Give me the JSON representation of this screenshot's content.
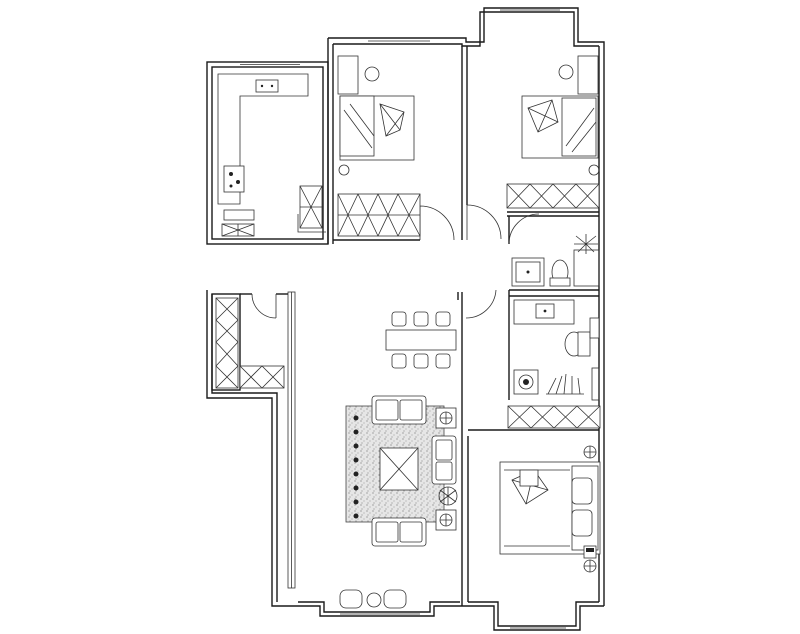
{
  "plan": {
    "rooms": [
      {
        "id": "kitchen",
        "kind": "kitchen"
      },
      {
        "id": "bedroom-north-west",
        "kind": "bedroom"
      },
      {
        "id": "bedroom-north-east",
        "kind": "bedroom"
      },
      {
        "id": "bathroom-upper",
        "kind": "bathroom"
      },
      {
        "id": "bathroom-lower",
        "kind": "bathroom"
      },
      {
        "id": "entry-closet",
        "kind": "storage"
      },
      {
        "id": "dining-area",
        "kind": "dining"
      },
      {
        "id": "living-room",
        "kind": "living"
      },
      {
        "id": "master-bedroom",
        "kind": "bedroom"
      }
    ],
    "colors": {
      "line": "#1a1a1a",
      "background": "#ffffff",
      "rug": "#dcdcdc"
    },
    "icons": [
      "double-bed-icon",
      "wardrobe-icon",
      "sofa-icon",
      "dining-table-icon",
      "toilet-icon",
      "sink-icon",
      "stove-icon",
      "washing-machine-icon",
      "door-swing-icon",
      "plant-icon"
    ]
  }
}
